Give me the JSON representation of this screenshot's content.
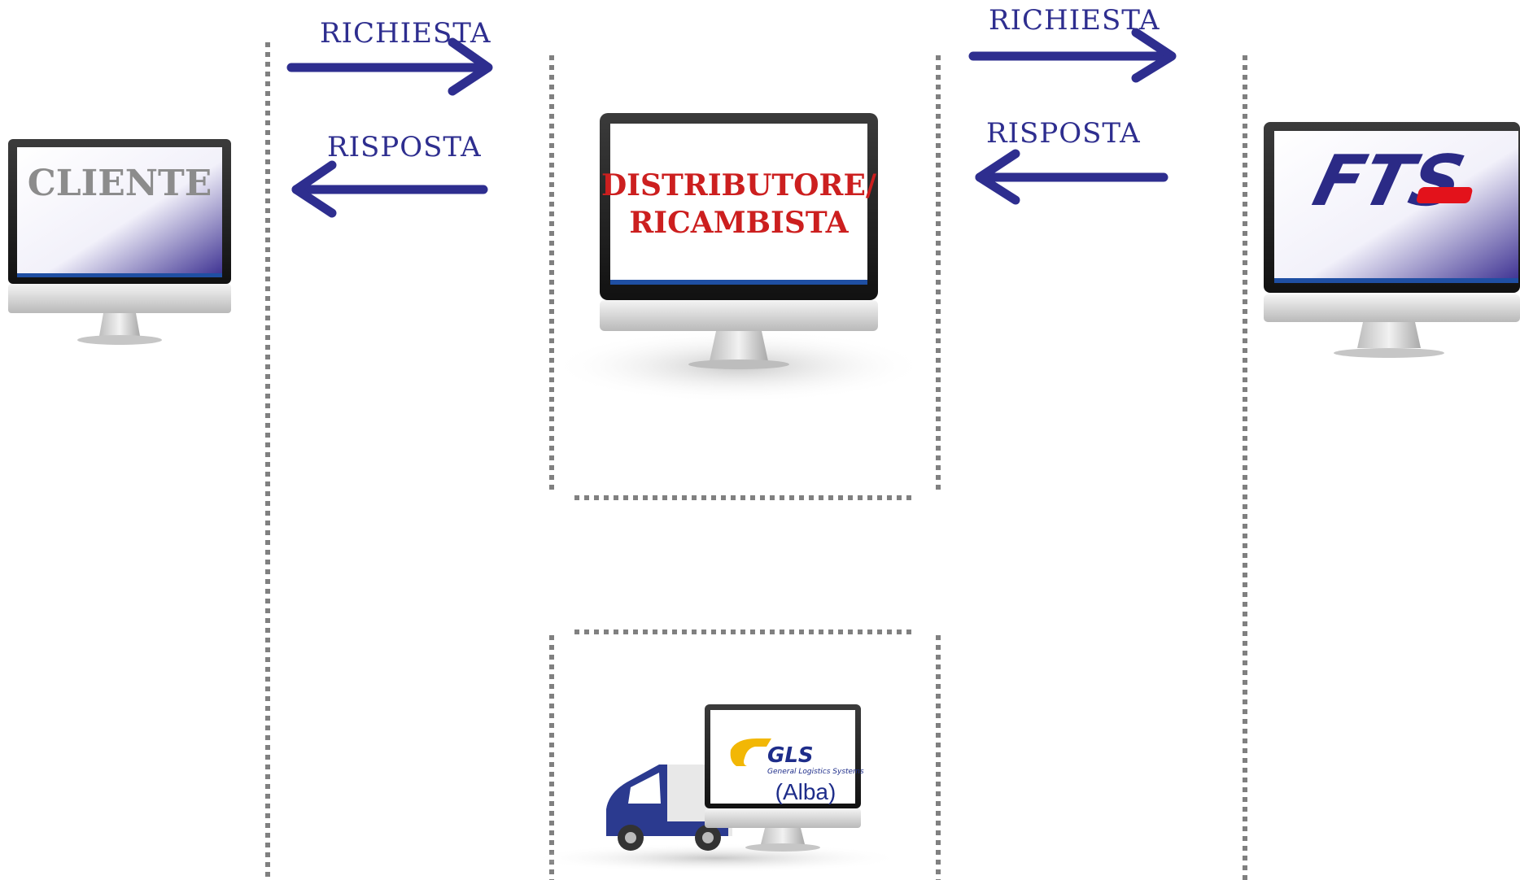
{
  "flows": {
    "left_request": "RICHIESTA",
    "left_response": "RISPOSTA",
    "right_request": "RICHIESTA",
    "right_response": "RISPOSTA"
  },
  "nodes": {
    "cliente": {
      "label": "CLIENTE"
    },
    "distributore": {
      "line1": "DISTRIBUTORE/",
      "line2": "RICAMBISTA"
    },
    "fts": {
      "logo": "FTS"
    },
    "gls": {
      "logo": "GLS",
      "subtitle": "General Logistics Systems",
      "city": "(Alba)"
    }
  },
  "icons": {
    "arrow_right": "arrow-right-icon",
    "arrow_left": "arrow-left-icon",
    "monitor": "monitor-icon",
    "truck": "delivery-truck-icon"
  },
  "colors": {
    "arrow": "#2e2e8f",
    "label": "#2e2e8f",
    "cliente_text": "#8c8c8c",
    "distributore_text": "#cc1f1f",
    "fts_blue": "#2b2a86",
    "fts_red": "#e3121b",
    "gls_blue": "#1e2d8a",
    "gls_yellow": "#f2b705",
    "separator": "#808080"
  }
}
